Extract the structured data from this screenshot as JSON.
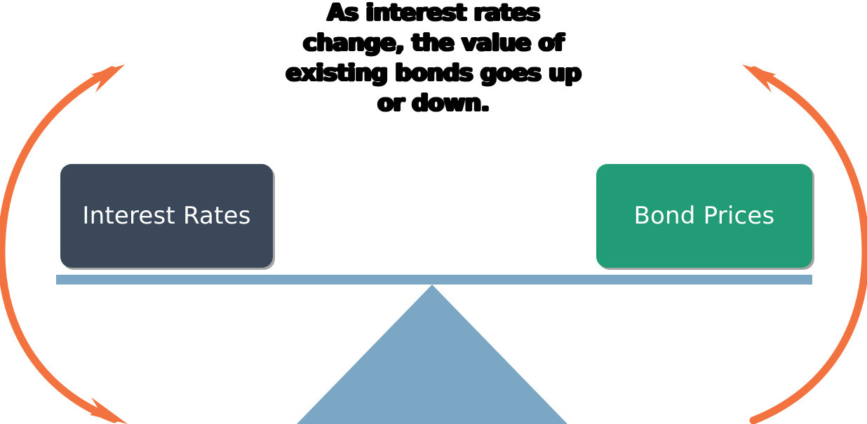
{
  "diagram": {
    "title_text": "As interest rates\nchange, the value of\nexisting bonds goes up\nor down.",
    "title_lines": [
      "As interest rates",
      "change, the value of",
      "existing bonds goes up",
      "or down."
    ],
    "left_pan_label": "Interest Rates",
    "right_pan_label": "Bond Prices",
    "colors": {
      "left_pan": "#3A4859",
      "right_pan": "#229B77",
      "beam": "#7BA7C4",
      "fulcrum": "#7BA7C4",
      "arrow": "#F2733F",
      "background": "#FFFFFF",
      "title_text": "#000000",
      "pan_text": "#FFFFFF"
    },
    "arrows": {
      "left": {
        "name": "left-rotation-arc",
        "direction": "double-headed arc, head up-right at top and head down-right at bottom"
      },
      "right": {
        "name": "right-rotation-arc",
        "direction": "arc with head up-left at top, tail running off bottom-right"
      }
    }
  }
}
